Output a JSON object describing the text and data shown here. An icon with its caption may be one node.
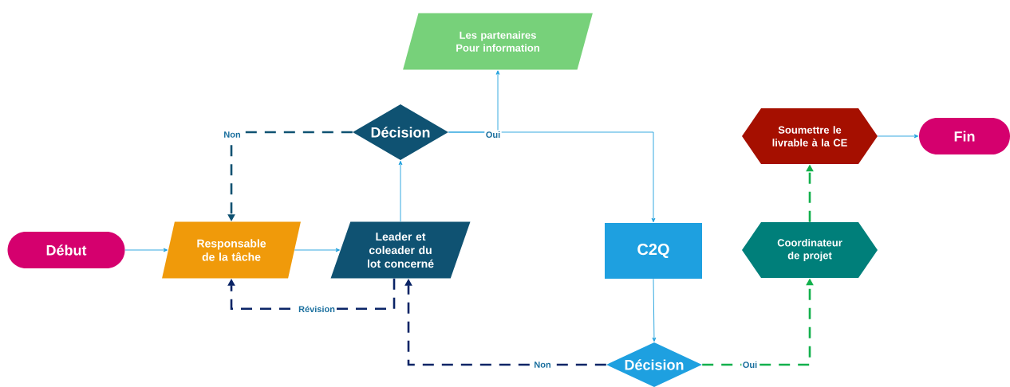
{
  "diagram": {
    "nodes": [
      {
        "text": [
          "Les partenaires Pour information"
        ]
      },
      {
        "text": [
          "Décision"
        ]
      },
      {
        "text": [
          "Soumettre le livrable à la CE"
        ]
      },
      {
        "text": [
          "Fin"
        ]
      },
      {
        "text": [
          "Début"
        ]
      },
      {
        "text": [
          "Responsable de la tâche"
        ]
      },
      {
        "text": [
          "Leader et coleader du lot concerné"
        ]
      },
      {
        "text": [
          "C2Q"
        ]
      },
      {
        "text": [
          "Coordinateur de projet"
        ]
      },
      {
        "text": [
          "Décision"
        ]
      }
    ],
    "edges": [
      {
        "from": 4,
        "to": 5,
        "arrow": "to"
      },
      {
        "from": 5,
        "to": 6,
        "arrow": "to"
      },
      {
        "from": 6,
        "to": 1,
        "arrow": "to"
      },
      {
        "from": 1,
        "to": 0,
        "arrow": "to"
      },
      {
        "from": 1,
        "to": 7,
        "arrow": "to",
        "label": "Oui"
      },
      {
        "from": 1,
        "to": 5,
        "arrow": "to",
        "label": "Non",
        "style": "dashed",
        "color": "#0f5272"
      },
      {
        "from": 6,
        "to": 5,
        "arrow": "to",
        "label": "Révision",
        "style": "dashed",
        "color": "#0a2466"
      },
      {
        "from": 7,
        "to": 9,
        "arrow": "to"
      },
      {
        "from": 9,
        "to": 6,
        "arrow": "to",
        "label": "Non",
        "style": "dashed",
        "color": "#0a2466"
      },
      {
        "from": 9,
        "to": 8,
        "arrow": "to",
        "label": "Oui",
        "style": "dashed",
        "color": "#12b04c"
      },
      {
        "from": 8,
        "to": 2,
        "arrow": "to",
        "style": "dashed",
        "color": "#12b04c"
      },
      {
        "from": 2,
        "to": 3,
        "arrow": "to"
      }
    ]
  }
}
